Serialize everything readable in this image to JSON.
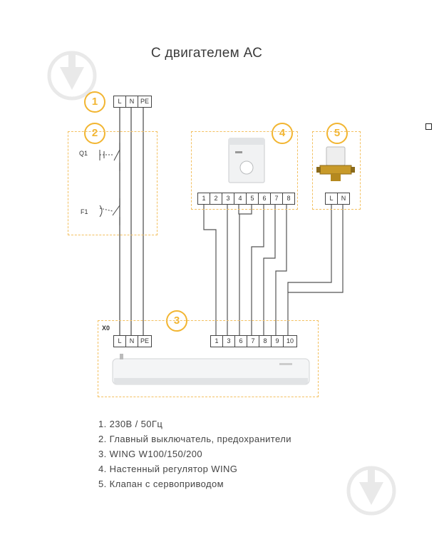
{
  "title": "С двигателем АС",
  "badges": [
    "1",
    "2",
    "3",
    "4",
    "5"
  ],
  "mains_terminals": [
    "L",
    "N",
    "PE"
  ],
  "controller_terminals": [
    "1",
    "2",
    "3",
    "4",
    "5",
    "6",
    "7",
    "8"
  ],
  "valve_terminals": [
    "L",
    "N"
  ],
  "unit_left_terminals": [
    "L",
    "N",
    "PE"
  ],
  "unit_right_terminals": [
    "1",
    "3",
    "6",
    "7",
    "8",
    "9",
    "10"
  ],
  "labels": {
    "q1": "Q1",
    "f1": "F1",
    "x0": "X0"
  },
  "legend": [
    "1. 230В / 50Гц",
    "2. Главный выключатель, предохранители",
    "3. WING W100/150/200",
    "4. Настенный регулятор WING",
    "5. Клапан с сервоприводом"
  ],
  "colors": {
    "accent": "#f2b531",
    "wire": "#555555"
  }
}
